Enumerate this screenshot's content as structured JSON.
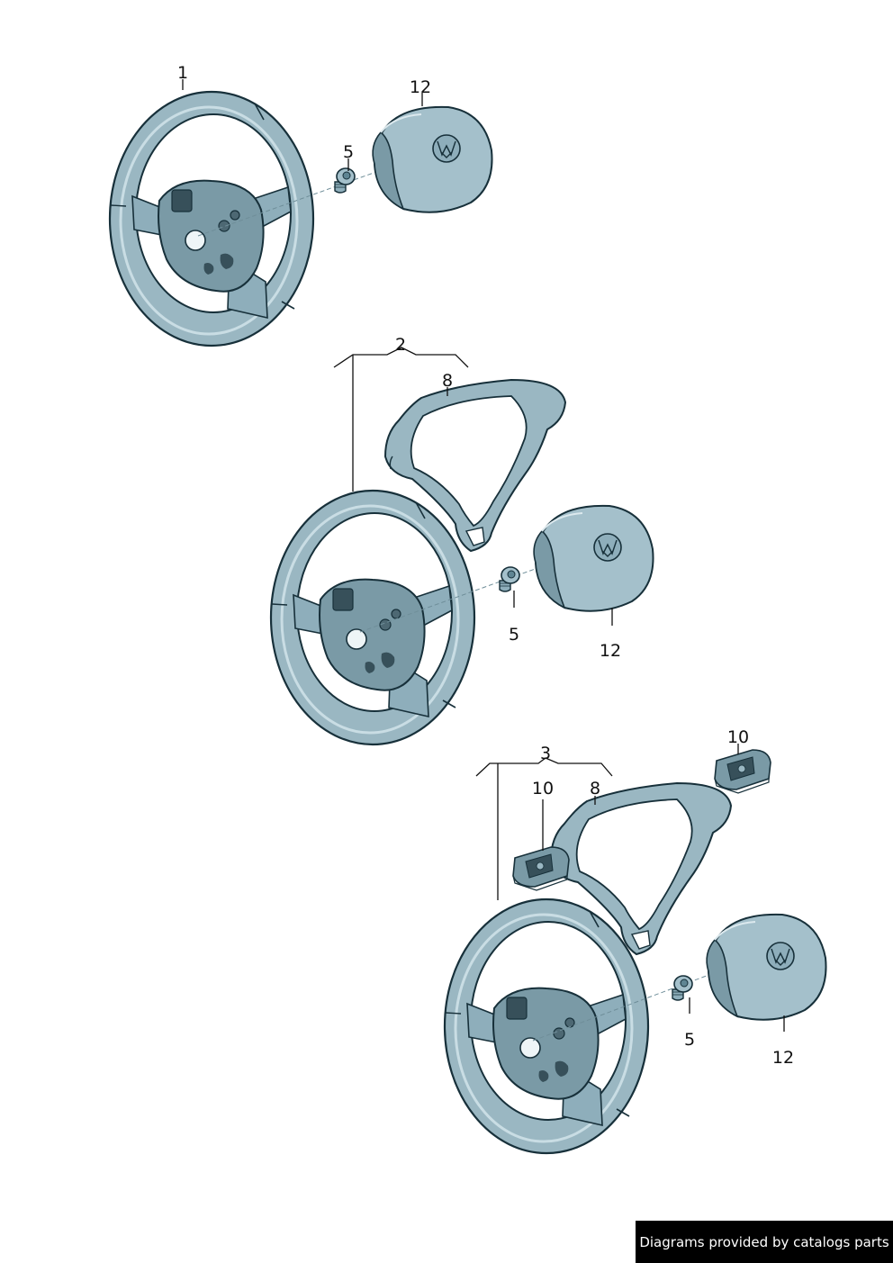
{
  "diagram": {
    "callouts": {
      "steering_wheel_1": "1",
      "airbag_top": "12",
      "bolt_top": "5",
      "steering_wheel_2": "2",
      "trim_cover_middle": "8",
      "bolt_middle": "5",
      "airbag_middle": "12",
      "steering_wheel_3": "3",
      "switch_right": "10",
      "switch_left": "10",
      "trim_cover_bottom": "8",
      "bolt_bottom": "5",
      "airbag_bottom": "12"
    }
  },
  "footer": {
    "credit": "Diagrams provided by catalogs parts"
  },
  "colors": {
    "rim_fill": "#9ab7c2",
    "rim_dark": "#5f8593",
    "hub_fill": "#7a9aa6",
    "airbag_fill": "#a4c0cb",
    "outline": "#17303a"
  }
}
